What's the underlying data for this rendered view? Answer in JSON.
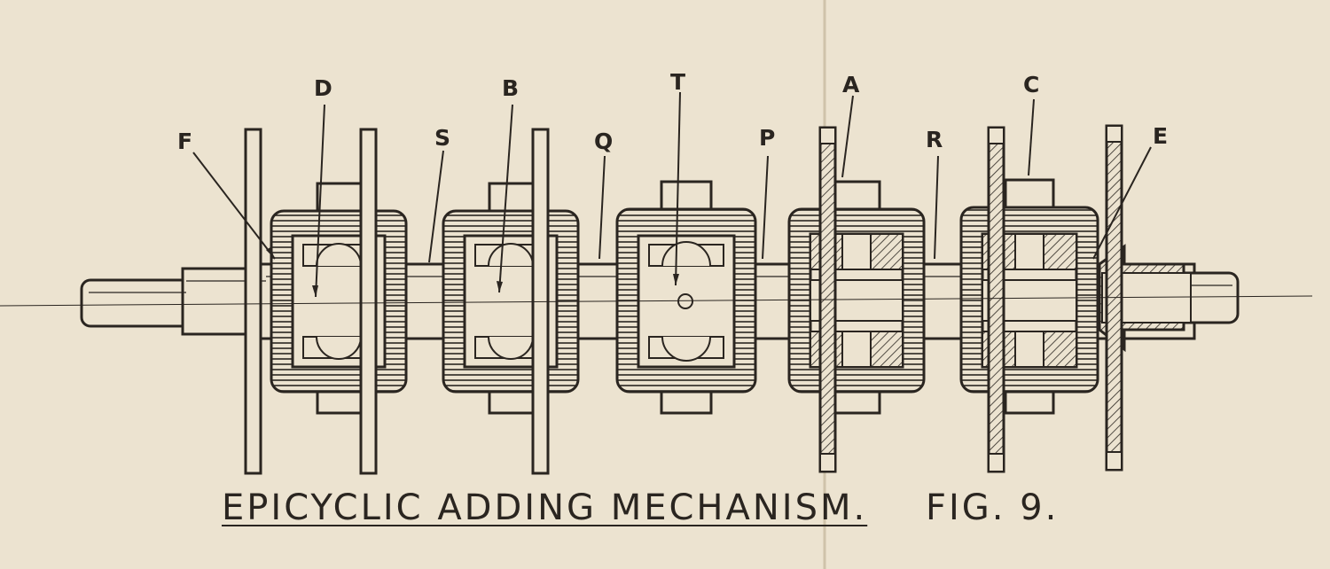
{
  "figure": {
    "caption": "EPICYCLIC ADDING MECHANISM.",
    "figure_number": "FIG. 9.",
    "labels": [
      "F",
      "D",
      "B",
      "S",
      "Q",
      "T",
      "P",
      "A",
      "R",
      "C",
      "E"
    ]
  },
  "colors": {
    "paper": "#ece3d0",
    "ink": "#2a2520",
    "fold": "#cfc3aa"
  }
}
